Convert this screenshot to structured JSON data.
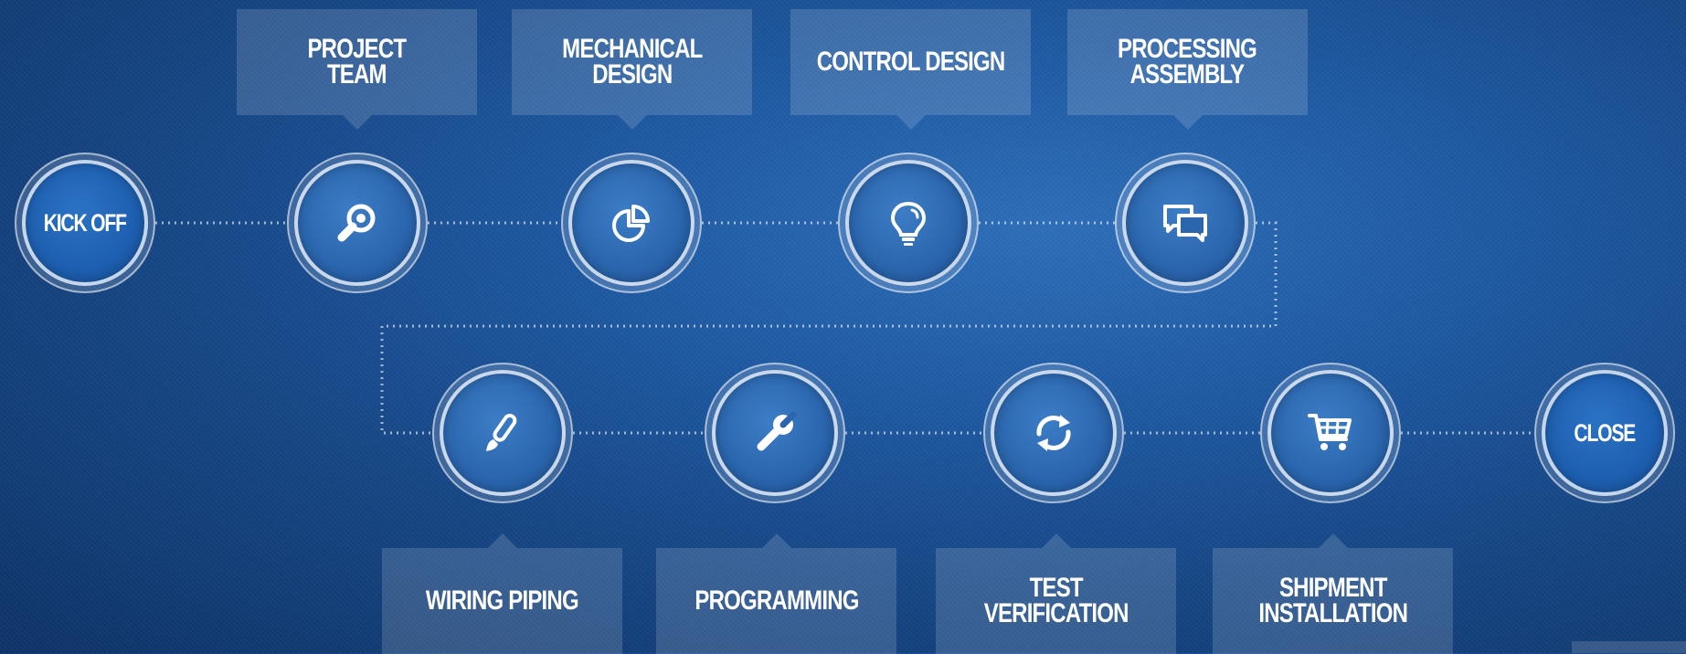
{
  "diagram": {
    "kick_off": "KICK OFF",
    "close": "CLOSE",
    "top_steps": [
      {
        "label": "PROJECT\nTEAM",
        "icon": "search-icon"
      },
      {
        "label": "MECHANICAL\nDESIGN",
        "icon": "pie-chart-icon"
      },
      {
        "label": "CONTROL DESIGN",
        "icon": "lightbulb-icon"
      },
      {
        "label": "PROCESSING\nASSEMBLY",
        "icon": "chat-bubbles-icon"
      }
    ],
    "bottom_steps": [
      {
        "label": "WIRING PIPING",
        "icon": "paintbrush-icon"
      },
      {
        "label": "PROGRAMMING",
        "icon": "wrench-icon"
      },
      {
        "label": "TEST\nVERIFICATION",
        "icon": "refresh-icon"
      },
      {
        "label": "SHIPMENT\nINSTALLATION",
        "icon": "shopping-cart-icon"
      }
    ]
  }
}
